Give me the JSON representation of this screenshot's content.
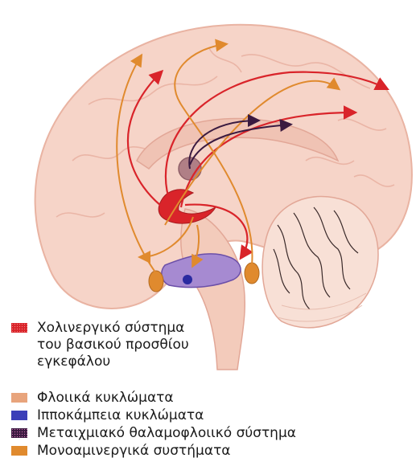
{
  "legend": {
    "items": [
      {
        "lines": [
          "Χολινεργικό σύστημα",
          "του βασικού προσθίου",
          "εγκεφάλου"
        ],
        "color": "#d9242a",
        "pattern": "dotted"
      },
      {
        "lines": [
          "Φλοιικά κυκλώματα"
        ],
        "color": "#e8a47c",
        "pattern": "solid"
      },
      {
        "lines": [
          "Ιπποκάμπεια κυκλώματα"
        ],
        "color": "#3c3fb8",
        "pattern": "solid"
      },
      {
        "lines": [
          "Μεταιχμιακό θαλαμοφλοιικό σύστημα"
        ],
        "color": "#3a1a40",
        "pattern": "dotted"
      },
      {
        "lines": [
          "Μονοαμινεργικά συστήματα"
        ],
        "color": "#e08a2e",
        "pattern": "solid"
      }
    ]
  },
  "colors": {
    "cortex_fill": "#f6d4c8",
    "cortex_stroke": "#e9b3a2",
    "cholinergic": "#d9242a",
    "cortical": "#e8a47c",
    "hippocampal": "#3c3fb8",
    "limbic": "#3a1a40",
    "monoamine": "#e08a2e"
  }
}
